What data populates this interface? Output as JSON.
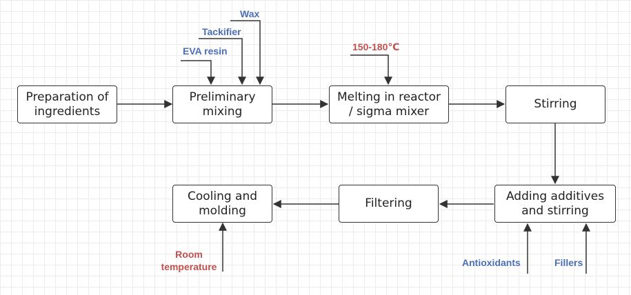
{
  "colors": {
    "line": "#333333",
    "input_label": "#4b6fb6",
    "condition_label": "#c0504d"
  },
  "steps": {
    "preparation": "Preparation of\ningredients",
    "preliminary_mixing": "Preliminary\nmixing",
    "melting": "Melting in reactor\n/ sigma mixer",
    "stirring": "Stirring",
    "adding_additives": "Adding additives\nand stirring",
    "filtering": "Filtering",
    "cooling": "Cooling and\nmolding"
  },
  "inputs": {
    "wax": "Wax",
    "tackifier": "Tackifier",
    "eva_resin": "EVA resin",
    "antioxidants": "Antioxidants",
    "fillers": "Fillers"
  },
  "conditions": {
    "temperature": "150-180℃",
    "room_temperature": "Room\ntemperature"
  }
}
